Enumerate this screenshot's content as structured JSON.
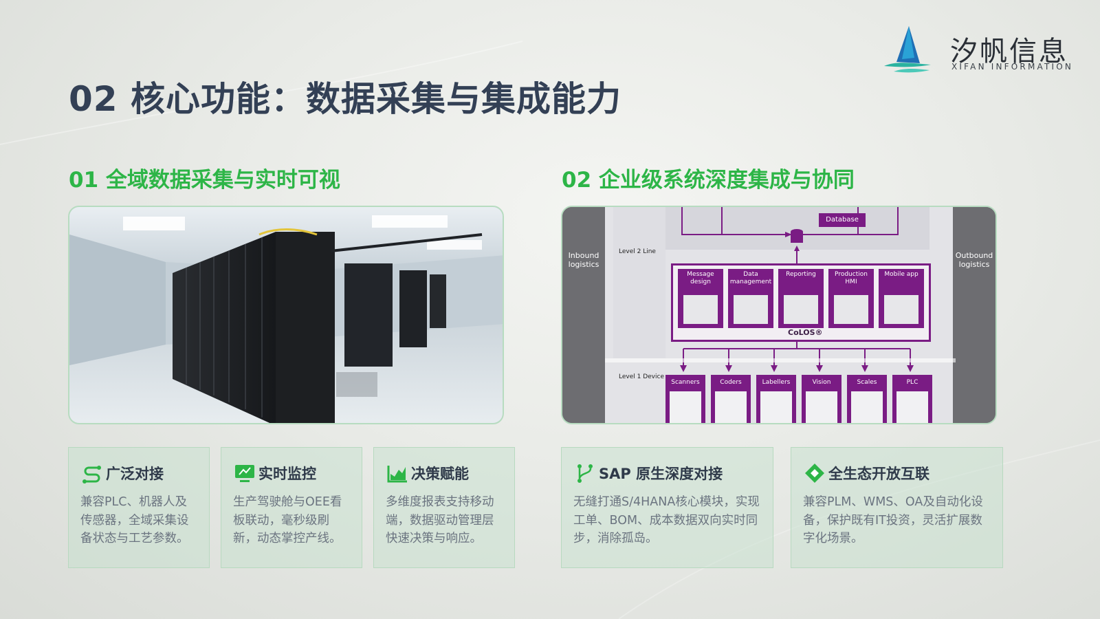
{
  "brand": {
    "name_cn": "汐帆信息",
    "name_en": "XIFAN INFORMATION"
  },
  "page_title": "02 核心功能：数据采集与集成能力",
  "sections": {
    "left_title": "01 全域数据采集与实时可视",
    "right_title": "02 企业级系统深度集成与协同"
  },
  "diagram": {
    "inbound": "Inbound logistics",
    "outbound": "Outbound logistics",
    "level2": "Level 2 Line",
    "level1": "Level 1 Device",
    "database": "Database",
    "colos": "CoLOS®",
    "modules": [
      "Message design",
      "Data management",
      "Reporting",
      "Production HMI",
      "Mobile app"
    ],
    "devices": [
      "Scanners",
      "Coders",
      "Labellers",
      "Vision",
      "Scales",
      "PLC"
    ]
  },
  "cards": [
    {
      "icon": "connect-icon",
      "title": "广泛对接",
      "text": "兼容PLC、机器人及传感器，全域采集设备状态与工艺参数。"
    },
    {
      "icon": "monitor-icon",
      "title": "实时监控",
      "text": "生产驾驶舱与OEE看板联动，毫秒级刷新，动态掌控产线。"
    },
    {
      "icon": "chart-icon",
      "title": "决策赋能",
      "text": "多维度报表支持移动端，数据驱动管理层快速决策与响应。"
    },
    {
      "icon": "branch-icon",
      "title": "SAP 原生深度对接",
      "text": "无缝打通S/4HANA核心模块，实现工单、BOM、成本数据双向实时同步，消除孤岛。"
    },
    {
      "icon": "diamond-icon",
      "title": "全生态开放互联",
      "text": "兼容PLM、WMS、OA及自动化设备，保护既有IT投资，灵活扩展数字化场景。"
    }
  ],
  "colors": {
    "accent_green": "#2db547",
    "title_dark": "#334055",
    "diagram_purple": "#7a1c84"
  }
}
